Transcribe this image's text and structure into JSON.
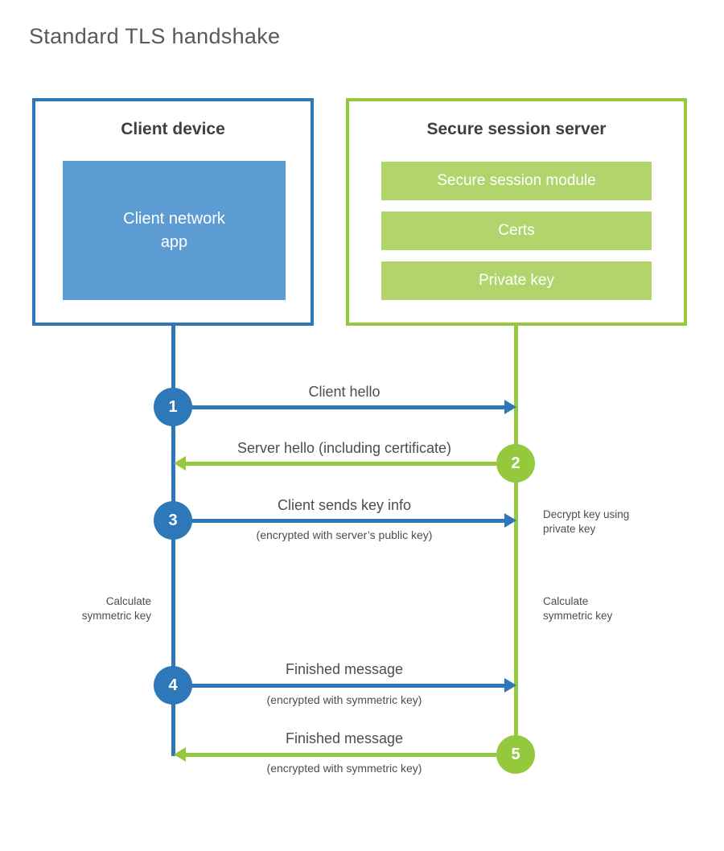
{
  "title": "Standard TLS handshake",
  "colors": {
    "blue": "#2e77b8",
    "blue_light": "#5d9cd3",
    "green": "#95c93d",
    "green_light": "#b2d46c",
    "label_text": "#4d4d4d",
    "heading_text": "#3f3f3f",
    "title_text": "#58595b"
  },
  "client": {
    "title": "Client device",
    "app_label": "Client network\napp"
  },
  "server": {
    "title": "Secure session server",
    "modules": [
      "Secure session module",
      "Certs",
      "Private key"
    ]
  },
  "steps": [
    {
      "num": "1",
      "label": "Client hello",
      "sublabel": ""
    },
    {
      "num": "2",
      "label": "Server hello (including certificate)",
      "sublabel": ""
    },
    {
      "num": "3",
      "label": "Client sends key info",
      "sublabel": "(encrypted with server’s public key)"
    },
    {
      "num": "4",
      "label": "Finished message",
      "sublabel": "(encrypted with symmetric key)"
    },
    {
      "num": "5",
      "label": "Finished message",
      "sublabel": "(encrypted with symmetric key)"
    }
  ],
  "side_notes": {
    "decrypt": "Decrypt key using\nprivate key",
    "calc_left": "Calculate\nsymmetric key",
    "calc_right": "Calculate\nsymmetric key"
  }
}
